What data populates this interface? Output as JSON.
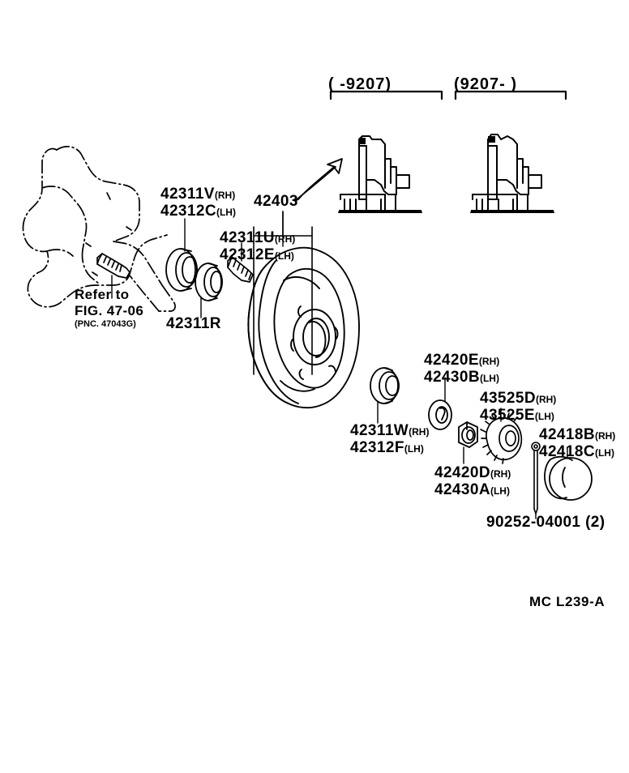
{
  "document": {
    "type": "parts-catalog-illustration",
    "subject": "Rear axle hub and brake drum assembly",
    "footer_code": "MC L239-A"
  },
  "date_ranges": {
    "left": "(          -9207)",
    "right": "(9207-          )"
  },
  "reference": {
    "line1": "Refer to",
    "line2": "FIG. 47-06",
    "line3": "(PNC. 47043G)"
  },
  "labels": {
    "hub_bolt": {
      "line1": "42311V",
      "side1": "(RH)",
      "line2": "42312C",
      "side2": "(LH)"
    },
    "drum_assembly": {
      "line1": "42403"
    },
    "oil_seal": {
      "line1": "42311U",
      "side1": "(RH)",
      "line2": "42312E",
      "side2": "(LH)"
    },
    "inner_bearing": {
      "line1": "42311R"
    },
    "outer_bearing": {
      "line1": "42311W",
      "side1": "(RH)",
      "line2": "42312F",
      "side2": "(LH)"
    },
    "washer": {
      "line1": "42420E",
      "side1": "(RH)",
      "line2": "42430B",
      "side2": "(LH)"
    },
    "nut": {
      "line1": "42420D",
      "side1": "(RH)",
      "line2": "42430A",
      "side2": "(LH)"
    },
    "castle_nut": {
      "line1": "43525D",
      "side1": "(RH)",
      "line2": "43525E",
      "side2": "(LH)"
    },
    "dust_cap": {
      "line1": "42418B",
      "side1": "(RH)",
      "line2": "42418C",
      "side2": "(LH)"
    },
    "cotter_pin": {
      "line1": "90252-04001  (2)"
    }
  },
  "colors": {
    "line": "#000000",
    "background": "#ffffff"
  }
}
